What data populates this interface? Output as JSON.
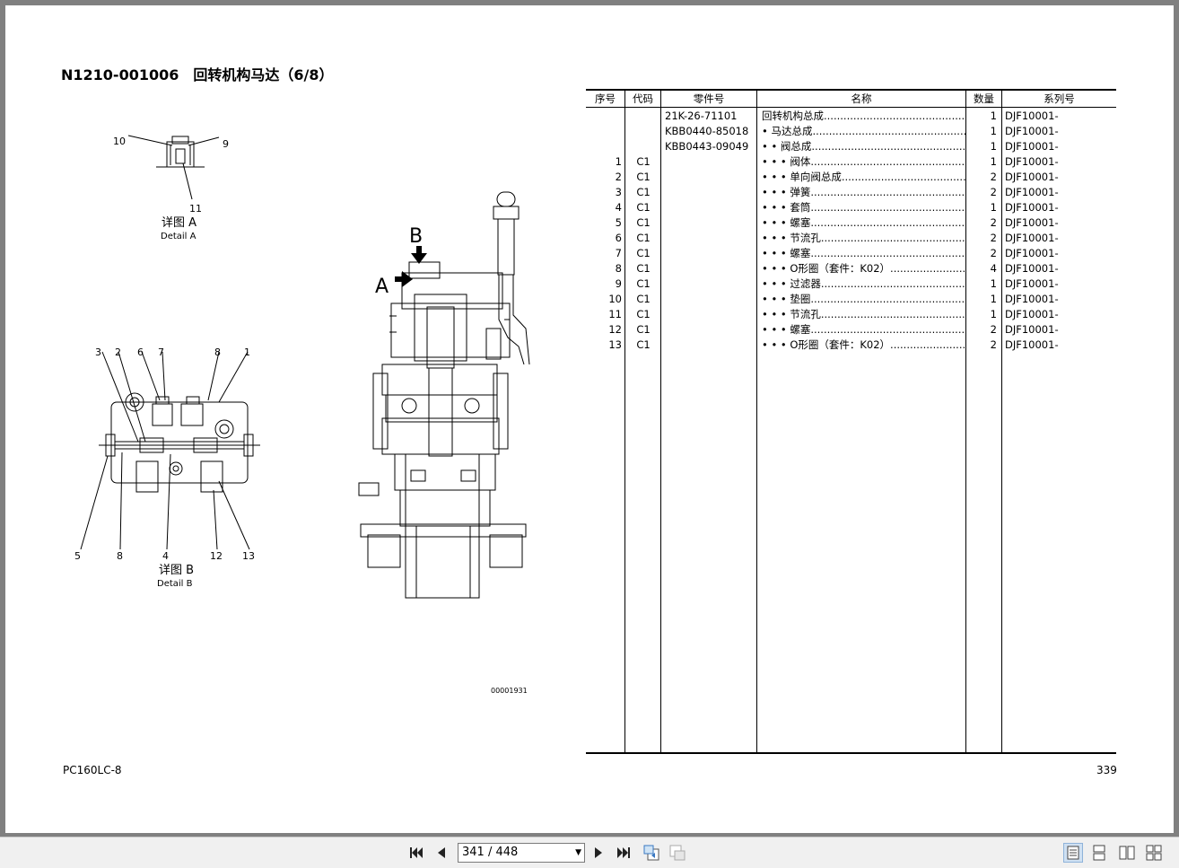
{
  "page": {
    "title": "N1210-001006　回转机构马达（6/8）",
    "model": "PC160LC-8",
    "page_number": "339"
  },
  "drawing": {
    "detail_a_cn": "详图 A",
    "detail_a_en": "Detail A",
    "detail_b_cn": "详图 B",
    "detail_b_en": "Detail B",
    "label_a": "A",
    "label_b": "B",
    "drawing_no": "00001931",
    "callouts_a": [
      "10",
      "9",
      "11"
    ],
    "callouts_b_top": [
      "3",
      "2",
      "6",
      "7",
      "8",
      "1"
    ],
    "callouts_b_bottom": [
      "5",
      "8",
      "4",
      "12",
      "13"
    ]
  },
  "table": {
    "headers": {
      "seq": "序号",
      "code": "代码",
      "part": "零件号",
      "name": "名称",
      "qty": "数量",
      "series": "系列号"
    },
    "rows": [
      {
        "seq": "",
        "code": "",
        "part": "21K-26-71101",
        "name": "回转机构总成",
        "qty": "1",
        "series": "DJF10001-"
      },
      {
        "seq": "",
        "code": "",
        "part": "KBB0440-85018",
        "name": "• 马达总成",
        "qty": "1",
        "series": "DJF10001-"
      },
      {
        "seq": "",
        "code": "",
        "part": "KBB0443-09049",
        "name": "• • 阀总成",
        "qty": "1",
        "series": "DJF10001-"
      },
      {
        "seq": "1",
        "code": "C1",
        "part": "",
        "name": "• • • 阀体",
        "qty": "1",
        "series": "DJF10001-"
      },
      {
        "seq": "2",
        "code": "C1",
        "part": "",
        "name": "• • • 单向阀总成",
        "qty": "2",
        "series": "DJF10001-"
      },
      {
        "seq": "3",
        "code": "C1",
        "part": "",
        "name": "• • • 弹簧",
        "qty": "2",
        "series": "DJF10001-"
      },
      {
        "seq": "4",
        "code": "C1",
        "part": "",
        "name": "• • • 套筒",
        "qty": "1",
        "series": "DJF10001-"
      },
      {
        "seq": "5",
        "code": "C1",
        "part": "",
        "name": "• • • 螺塞",
        "qty": "2",
        "series": "DJF10001-"
      },
      {
        "seq": "6",
        "code": "C1",
        "part": "",
        "name": "• • • 节流孔",
        "qty": "2",
        "series": "DJF10001-"
      },
      {
        "seq": "7",
        "code": "C1",
        "part": "",
        "name": "• • • 螺塞",
        "qty": "2",
        "series": "DJF10001-"
      },
      {
        "seq": "8",
        "code": "C1",
        "part": "",
        "name": "• • • O形圈（套件：K02）",
        "qty": "4",
        "series": "DJF10001-"
      },
      {
        "seq": "9",
        "code": "C1",
        "part": "",
        "name": "• • • 过滤器",
        "qty": "1",
        "series": "DJF10001-"
      },
      {
        "seq": "10",
        "code": "C1",
        "part": "",
        "name": "• • • 垫圈",
        "qty": "1",
        "series": "DJF10001-"
      },
      {
        "seq": "11",
        "code": "C1",
        "part": "",
        "name": "• • • 节流孔",
        "qty": "1",
        "series": "DJF10001-"
      },
      {
        "seq": "12",
        "code": "C1",
        "part": "",
        "name": "• • • 螺塞",
        "qty": "2",
        "series": "DJF10001-"
      },
      {
        "seq": "13",
        "code": "C1",
        "part": "",
        "name": "• • • O形圈（套件：K02）",
        "qty": "2",
        "series": "DJF10001-"
      }
    ]
  },
  "toolbar": {
    "page_indicator": "341 / 448"
  }
}
